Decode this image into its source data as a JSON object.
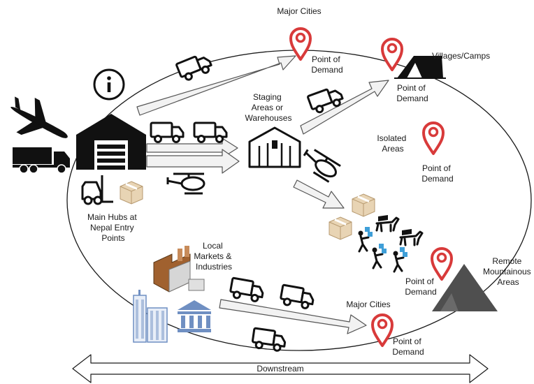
{
  "labels": {
    "major_cities_top": "Major Cities",
    "villages_camps": "Villages/Camps",
    "staging": [
      "Staging",
      "Areas or",
      "Warehouses"
    ],
    "isolated_areas": [
      "Isolated",
      "Areas"
    ],
    "main_hubs": [
      "Main Hubs at",
      "Nepal Entry",
      "Points"
    ],
    "local_markets": [
      "Local",
      "Markets &",
      "Industries"
    ],
    "remote_mountainous": [
      "Remote",
      "Mountainous",
      "Areas"
    ],
    "major_cities_bottom": "Major Cities",
    "downstream": "Downstream"
  },
  "demand_points": [
    {
      "id": "major-cities-top",
      "label": [
        "Point of",
        "Demand"
      ]
    },
    {
      "id": "villages-camps",
      "label": [
        "Point of",
        "Demand"
      ]
    },
    {
      "id": "isolated-areas",
      "label": [
        "Point of",
        "Demand"
      ]
    },
    {
      "id": "remote-mountainous",
      "label": [
        "Point of",
        "Demand"
      ]
    },
    {
      "id": "major-cities-bottom",
      "label": [
        "Point of",
        "Demand"
      ]
    }
  ],
  "colors": {
    "pin": "#d83a3a",
    "arrow_fill": "#f2f2f2",
    "arrow_stroke": "#555555",
    "ellipse_stroke": "#1a1a1a",
    "mountain": "#4f4f4f",
    "building_blue": "#6f8fc2",
    "box_tan": "#e8d4b4",
    "box_blue": "#3f9fd8"
  },
  "icons": [
    "info-icon",
    "airplane-icon",
    "truck-icon",
    "warehouse-icon",
    "forklift-icon",
    "box-icon",
    "helicopter-icon",
    "location-pin-icon",
    "tent-icon",
    "porter-icon",
    "mountain-icon",
    "factory-icon",
    "skyscraper-icon",
    "bank-icon"
  ]
}
